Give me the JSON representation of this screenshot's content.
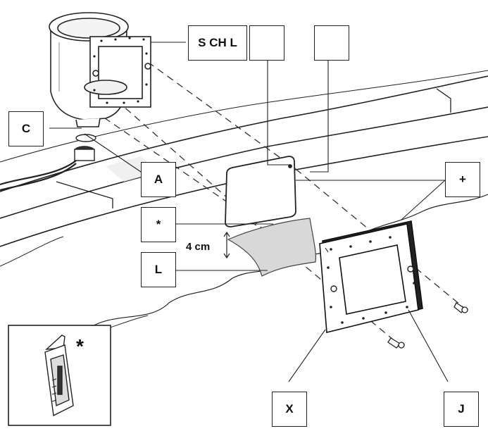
{
  "labels": {
    "skimmer_parts": "S CH L",
    "blank_1": "",
    "blank_2": "",
    "c": "C",
    "a": "A",
    "plus": "+",
    "star": "*",
    "l": "L",
    "x": "X",
    "j": "J"
  },
  "measurement": "4 cm",
  "inset_mark": "*",
  "icons": [
    "skimmer-icon",
    "knife-icon",
    "screw-icon"
  ]
}
